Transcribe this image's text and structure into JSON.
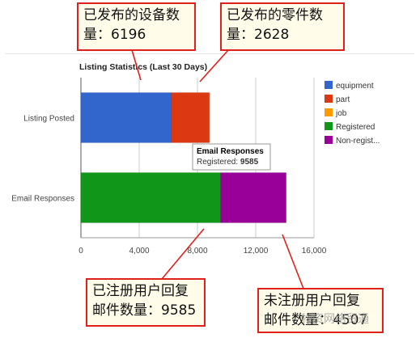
{
  "chart_data": {
    "type": "bar",
    "orientation": "horizontal",
    "stacked": true,
    "title": "Listing Statistics (Last 30 Days)",
    "categories": [
      "Listing Posted",
      "Email Responses"
    ],
    "series": [
      {
        "name": "equipment",
        "color": "#3366cc",
        "values": [
          6196,
          0
        ]
      },
      {
        "name": "part",
        "color": "#dc3912",
        "values": [
          2628,
          0
        ]
      },
      {
        "name": "job",
        "color": "#ff9900",
        "values": [
          0,
          0
        ]
      },
      {
        "name": "Registered",
        "color": "#109618",
        "values": [
          0,
          9585
        ]
      },
      {
        "name": "Non-regist...",
        "color": "#990099",
        "values": [
          0,
          4507
        ]
      }
    ],
    "xlim": [
      0,
      16000
    ],
    "xticks": [
      "0",
      "4,000",
      "8,000",
      "12,000",
      "16,000"
    ],
    "grid": true,
    "legend_position": "right",
    "tooltip": {
      "title": "Email Responses",
      "label": "Registered:",
      "value": "9585"
    }
  },
  "annotations": [
    {
      "id": "callout-equipment",
      "lines": [
        "已发布的设备数",
        "量：6196"
      ]
    },
    {
      "id": "callout-parts",
      "lines": [
        "已发布的零件数",
        "量：2628"
      ]
    },
    {
      "id": "callout-registered",
      "lines": [
        "已注册用户回复",
        "邮件数量：9585"
      ]
    },
    {
      "id": "callout-nonregistered",
      "lines": [
        "未注册用户回复",
        "邮件数量：4507"
      ]
    }
  ],
  "watermark": "物资网络贸通"
}
